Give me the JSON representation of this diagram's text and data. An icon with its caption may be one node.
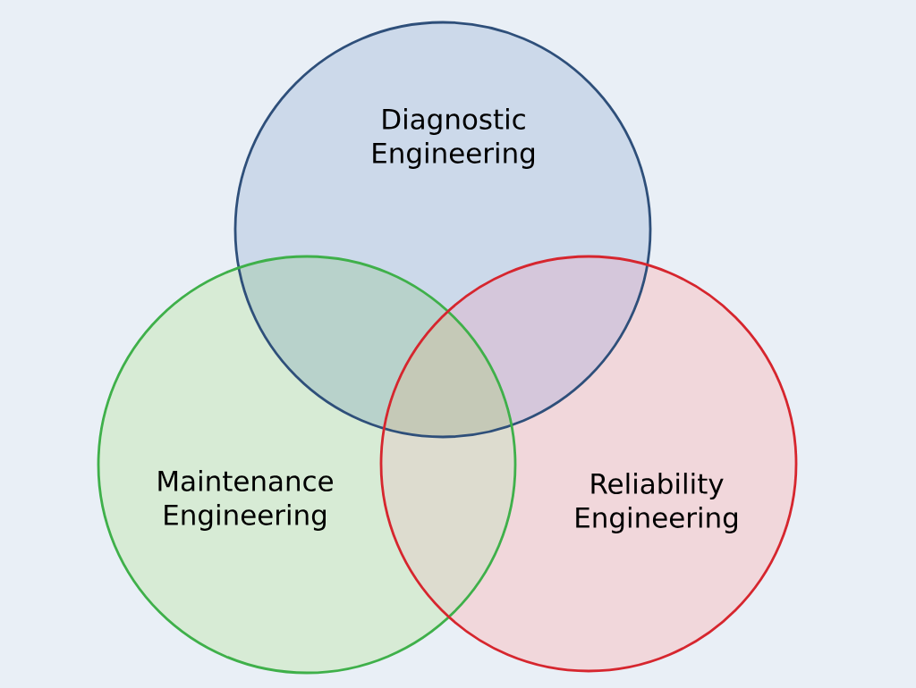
{
  "diagram": {
    "nodes": [
      {
        "text": [
          "Diagnostic Engineering"
        ]
      },
      {
        "text": [
          "Maintenance Engineering"
        ]
      },
      {
        "text": [
          "Reliability Engineering"
        ]
      }
    ]
  }
}
